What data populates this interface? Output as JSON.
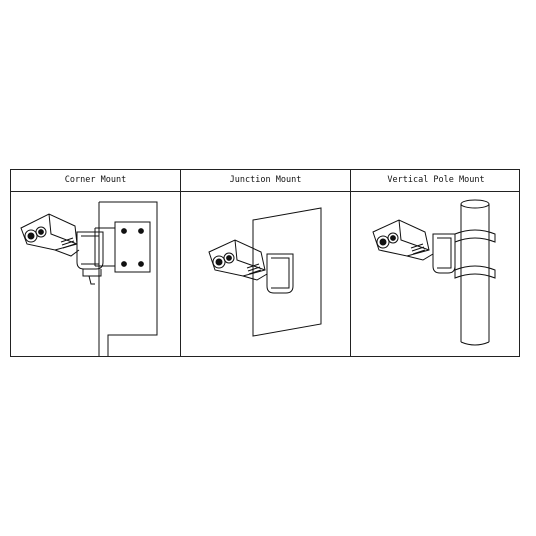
{
  "table": {
    "columns": [
      {
        "title": "Corner Mount"
      },
      {
        "title": "Junction Mount"
      },
      {
        "title": "Vertical Pole Mount"
      }
    ]
  }
}
